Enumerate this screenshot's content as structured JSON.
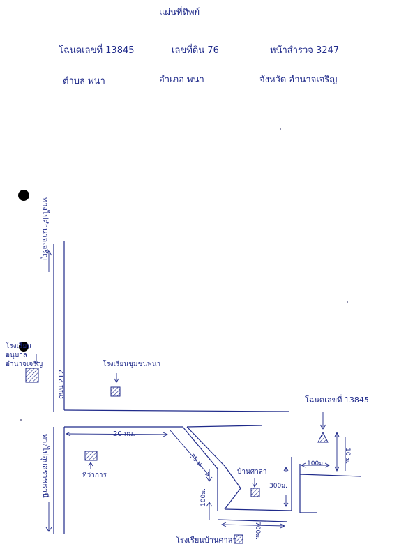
{
  "header": {
    "title": "แผ่นที่ทิพย์",
    "deed_label": "โฉนดเลขที่ 13845",
    "land_no_label": "เลขที่ดิน 76",
    "page_label": "หน้าสำรวจ 3247",
    "subdistrict_label": "ตำบล พนา",
    "district_label": "อำเภอ พนา",
    "province_label": "จังหวัด อำนาจเจริญ"
  },
  "map": {
    "north_label": "ทางไปอำนาจเจริญ",
    "south_label": "ทางไปอุบลราชธานี",
    "road_label": "ถนน 212",
    "left_building_label": "โรงเรียนอนุบาล อำนาจเจริญ",
    "school_label": "โรงเรียนชุมชนพนา",
    "district_office_label": "ที่ว่าการ",
    "dist_20km": "20 กม.",
    "dist_35m": "35 ม.",
    "dist_100m_a": "100ม.",
    "target_deed_label": "โฉนดเลขที่ 13845",
    "dist_100m_b": "100ม.",
    "dist_10m": "10 ม.",
    "house_label": "บ้านศาลา",
    "dist_300m": "300ม.",
    "dist_700m": "700ม.",
    "bottom_label": "โรงเรียนบ้านศาลา"
  },
  "colors": {
    "ink": "#1f2a8a",
    "punch_hole": "#000000",
    "paper": "#ffffff"
  }
}
